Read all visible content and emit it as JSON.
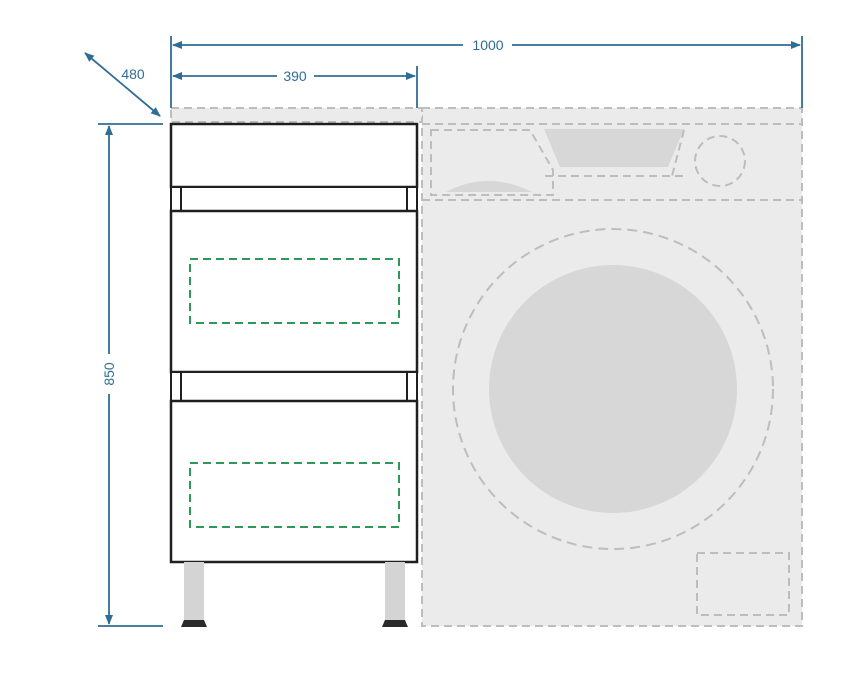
{
  "dimensions": {
    "total_width": "1000",
    "depth": "480",
    "cabinet_width": "390",
    "height": "850"
  },
  "colors": {
    "dimension_line": "#2f6d96",
    "cabinet_outline": "#1f1f1f",
    "handle_dash": "#2c9a56",
    "appliance_fill": "#ebebeb",
    "appliance_dash": "#bdbdbd",
    "drum": "#d7d7d7",
    "legs": "#d4d4d4",
    "feet": "#2a2a2a"
  }
}
